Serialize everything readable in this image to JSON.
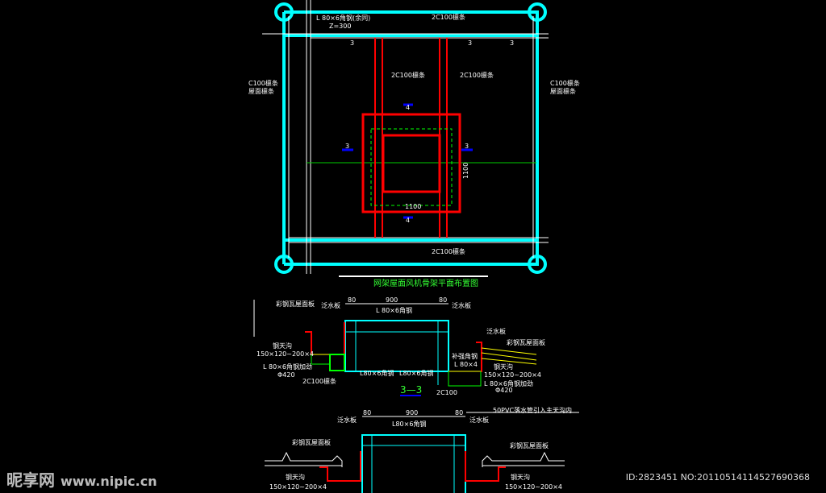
{
  "plan": {
    "angle_note": "L 80×6角钢(余同)",
    "z_note": "Z=300",
    "purlin_top": "2C100檩条",
    "purlin_left_inner": "2C100檩条",
    "purlin_right_inner": "2C100檩条",
    "purlin_bottom": "2C100檩条",
    "left_purlin": "C100檩条",
    "left_purlin_sub": "屋面檩条",
    "right_purlin": "C100檩条",
    "right_purlin_sub": "屋面檩条",
    "dim_vertical": "1100",
    "dim_horizontal": "1100",
    "mark3": "3",
    "mark4": "4",
    "weld": "3",
    "title": "网架屋面风机骨架平面布置图"
  },
  "section33": {
    "dim_left": "80",
    "dim_mid": "900",
    "dim_right": "80",
    "flashing_left": "泛水板",
    "flashing_right": "泛水板",
    "flashing_right2": "泛水板",
    "top_angle": "L 80×6角钢",
    "roof_panel_left": "彩钢瓦屋面板",
    "roof_panel_right": "彩钢瓦屋面板",
    "gutter_left": "钢天沟",
    "gutter_left_size": "150×120~200×4",
    "gutter_right": "钢天沟",
    "gutter_right_size": "150×120~200×4",
    "stiffener_left": "L 80×6角钢加劲",
    "stiffener_right": "L 80×6角钢加劲",
    "dia_left": "Φ420",
    "dia_right": "Φ420",
    "purlin_left": "2C100檩条",
    "purlin_right": "2C100",
    "angle_left": "L80×6角钢",
    "angle_mid": "L80×6角钢",
    "reinforce": "补强角钢",
    "reinforce_size": "L 80×4",
    "pvc": "50PVC落水管引入主天沟内",
    "label": "3—3"
  },
  "section44": {
    "dim_left": "80",
    "dim_mid": "900",
    "dim_right": "80",
    "flashing_left": "泛水板",
    "flashing_right": "泛水板",
    "top_angle": "L80×6角钢",
    "roof_panel_left": "彩钢瓦屋面板",
    "roof_panel_right": "彩钢瓦屋面板",
    "gutter_left": "钢天沟",
    "gutter_left_size": "150×120~200×4",
    "gutter_right": "钢天沟",
    "gutter_right_size": "150×120~200×4"
  },
  "watermark": {
    "brand": "昵享网",
    "url": "www.nipic.cn",
    "id": "ID:2823451 NO:20110514114527690368"
  }
}
